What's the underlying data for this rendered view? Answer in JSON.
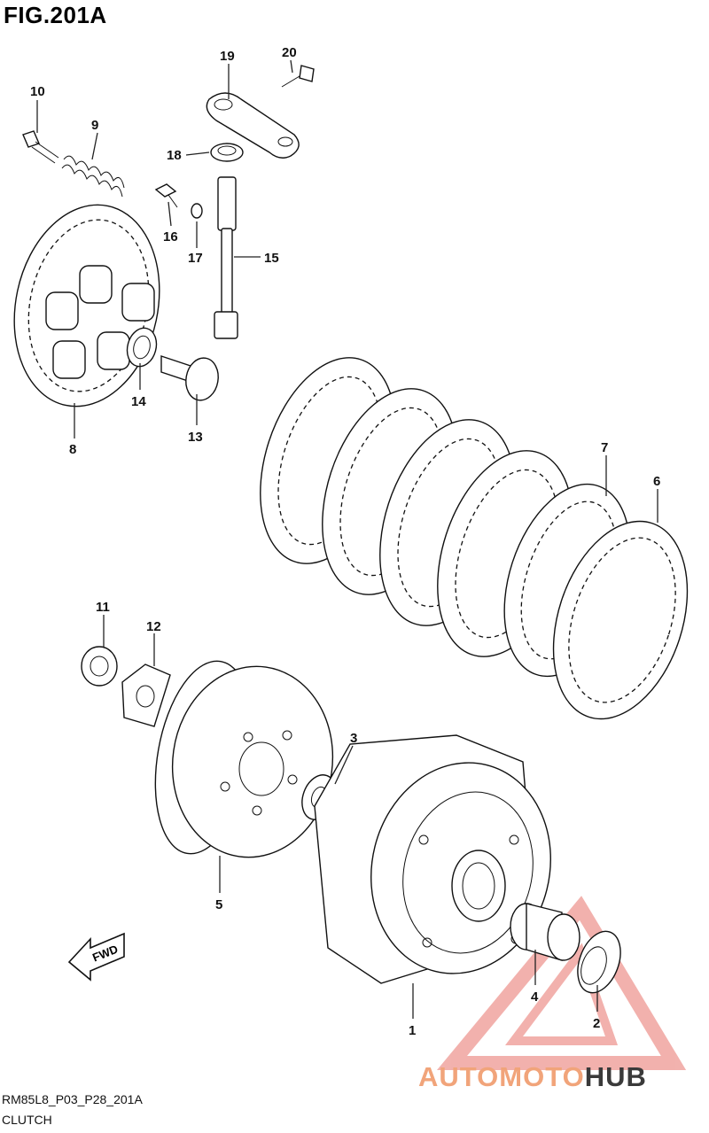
{
  "figure_title": "FIG.201A",
  "diagram_code": "RM85L8_P03_P28_201A",
  "diagram_name": "CLUTCH",
  "fwd_label": "FWD",
  "callouts": {
    "c1": "1",
    "c2": "2",
    "c3": "3",
    "c4": "4",
    "c5": "5",
    "c6": "6",
    "c7": "7",
    "c8": "8",
    "c9": "9",
    "c10": "10",
    "c11": "11",
    "c12": "12",
    "c13": "13",
    "c14": "14",
    "c15": "15",
    "c16": "16",
    "c17": "17",
    "c18": "18",
    "c19": "19",
    "c20": "20"
  },
  "watermark": {
    "part1": "AUTOMOTO",
    "part2": "HUB"
  },
  "colors": {
    "watermark_red": "#e8736b",
    "watermark_orange": "#f1a47a",
    "watermark_dark": "#3a3a3a",
    "line": "#111111"
  }
}
